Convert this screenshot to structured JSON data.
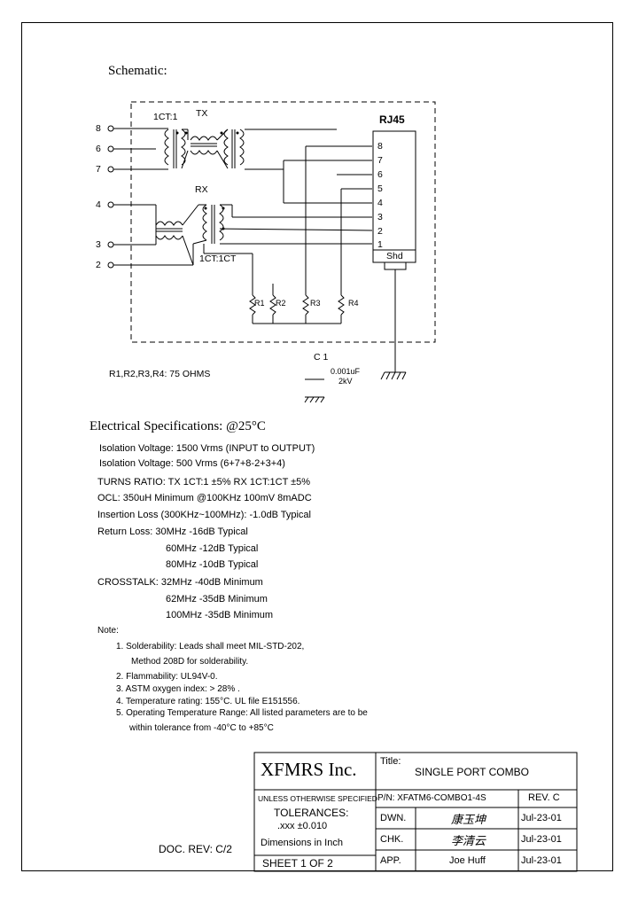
{
  "schematic": {
    "title": "Schematic:",
    "rj45": "RJ45",
    "tx": "TX",
    "rx": "RX",
    "tx_ratio": "1CT:1",
    "rx_ratio": "1CT:1CT",
    "left_pins": [
      "8",
      "6",
      "7",
      "4",
      "3",
      "2"
    ],
    "right_pins": [
      "8",
      "7",
      "6",
      "5",
      "4",
      "3",
      "2",
      "1"
    ],
    "shd": "Shd",
    "resistors": [
      "R1",
      "R2",
      "R3",
      "R4"
    ],
    "cap_label": "C 1",
    "cap_value": "0.001uF",
    "cap_voltage": "2kV",
    "resistor_note": "R1,R2,R3,R4: 75 OHMS"
  },
  "electrical": {
    "heading": "Electrical   Specifications: @25°C",
    "lines": [
      "Isolation Voltage:  1500 Vrms (INPUT to OUTPUT)",
      "Isolation Voltage:  500 Vrms (6+7+8-2+3+4)",
      "TURNS RATIO: TX 1CT:1 ±5% RX 1CT:1CT ±5%",
      "OCL: 350uH Minimum @100KHz 100mV 8mADC",
      "Insertion Loss (300KHz~100MHz): -1.0dB Typical",
      "Return Loss: 30MHz   -16dB Typical",
      "60MHz   -12dB Typical",
      "80MHz   -10dB Typical",
      "CROSSTALK:  32MHz    -40dB Minimum",
      "62MHz    -35dB Minimum",
      "100MHz   -35dB Minimum"
    ]
  },
  "notes": {
    "heading": "Note:",
    "items": [
      "1. Solderability: Leads shall meet MIL-STD-202,",
      "Method 208D for solderability.",
      "2. Flammability: UL94V-0.",
      "3. ASTM oxygen index: > 28% .",
      "4. Temperature rating: 155°C. UL file E151556.",
      "5. Operating Temperature Range: All listed parameters are to be",
      "within tolerance from -40°C to +85°C"
    ]
  },
  "doc_rev": "DOC. REV: C/2",
  "title_block": {
    "company": "XFMRS Inc.",
    "title_label": "Title:",
    "title_value": "SINGLE PORT COMBO",
    "unless": "UNLESS OTHERWISE SPECIFIED",
    "tolerances": "TOLERANCES:",
    "tol_value": ".xxx ±0.010",
    "dimensions": "Dimensions in Inch",
    "sheet": "SHEET  1  OF  2",
    "pn": "P/N: XFATM6-COMBO1-4S",
    "rev": "REV. C",
    "rows": [
      {
        "label": "DWN.",
        "name": "康玉坤",
        "date": "Jul-23-01"
      },
      {
        "label": "CHK.",
        "name": "李清云",
        "date": "Jul-23-01"
      },
      {
        "label": "APP.",
        "name": "Joe Huff",
        "date": "Jul-23-01"
      }
    ]
  }
}
